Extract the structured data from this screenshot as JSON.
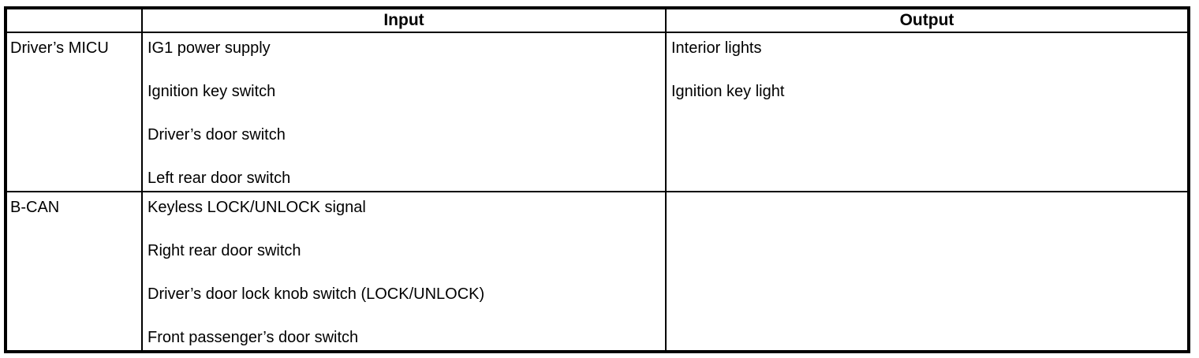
{
  "table": {
    "title": "micu-input-output-table",
    "header": {
      "source": "",
      "input": "Input",
      "output": "Output"
    },
    "rows": [
      {
        "source": "Driver’s MICU",
        "inputs": [
          "IG1 power supply",
          "Ignition key switch",
          "Driver’s door switch",
          "Left rear door switch"
        ],
        "outputs": [
          "Interior lights",
          "Ignition key light"
        ]
      },
      {
        "source": "B-CAN",
        "inputs": [
          "Keyless LOCK/UNLOCK signal",
          "Right rear door switch",
          "Driver’s door lock knob switch (LOCK/UNLOCK)",
          "Front passenger’s door switch"
        ],
        "outputs": []
      }
    ]
  }
}
